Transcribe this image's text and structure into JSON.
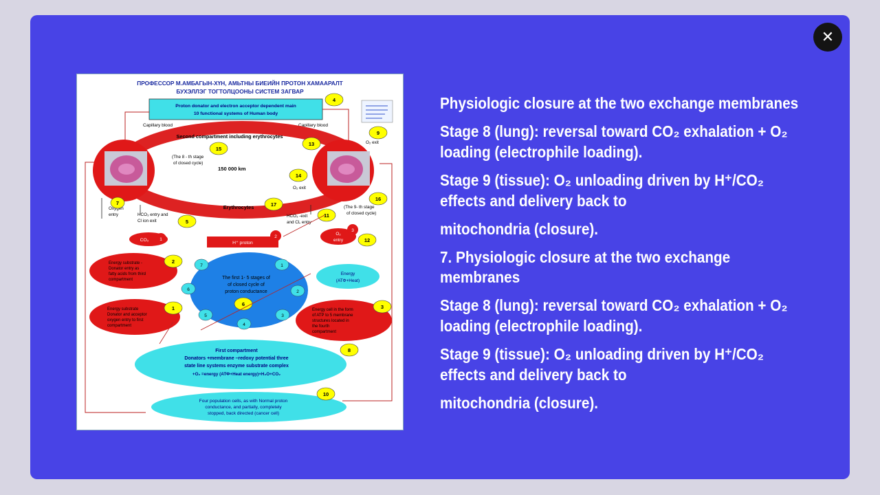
{
  "close_icon": "✕",
  "diagram": {
    "title_line1": "ПРОФЕССОР М.АМБАГЫН-ХҮН, АМЬТНЫ БИЕИЙН ПРОТОН ХАМААРАЛТ",
    "title_line2": "БУХЭЛЛЭГ ТОГТОЛЦООНЫ СИСТЕМ ЗАГВАР",
    "top_box_line1": "Proton donator and electron acceptor dependent main",
    "top_box_line2": "10 functional systems of Human body",
    "capillary_left": "Capillary blood",
    "capillary_right": "Capillary blood",
    "second_compartment": "Second compartment including erythrocytes",
    "stage8": "(The 8 - th stage",
    "stage8b": "of closed cycle)",
    "distance": "150 000 km",
    "o2_exit": "O₂ exit",
    "o2_exit_right": "O₂ exit",
    "erythrocytes": "Erythrocytes",
    "stage9": "(The 9- th stage",
    "stage9b": "of closed cycle)",
    "oxygen_entry_1": "Oxygen",
    "oxygen_entry_2": "entry",
    "hco3_entry_1": "HCO₃ entry and",
    "hco3_entry_2": "Cl ion exit",
    "hco3_exit_1": "HCO₃ -exit",
    "hco3_exit_2": "and CL entry",
    "co2": "CO₂",
    "h_proton": "H⁺ proton",
    "o2_entry_1": "O₂",
    "o2_entry_2": "entry",
    "energy_substrate": [
      "Energy substrate -",
      "Donator entry as",
      "fatty acids from third",
      "compartment"
    ],
    "stages_1_5": [
      "The first 1- 5 stages of",
      "of closed cycle of",
      "proton conductance"
    ],
    "energy_atp_1": "Energy",
    "energy_atp_2": "(АТФ+Heat)",
    "energy_substrate_2": [
      "Energy substrate",
      "Donator and acceptor",
      "oxygen entry to first",
      "compartment"
    ],
    "energy_cell": [
      "Energy cell in the form",
      "of ATP to 5 membrane",
      "structures located in",
      "the fourth",
      "compartment"
    ],
    "first_compartment": [
      "First compartment",
      "Donators +membrane –redoxy potential three",
      "state line systems enzyme substrate complex",
      "+O₂ =energy (АТФ+Heat energy)+H₂O+CO₂"
    ],
    "population_cells": [
      "Four population cells, as with Normal proton",
      "conductance, and partially, completely",
      "stopped, back directed (cancer cell)"
    ],
    "numbers": [
      "1",
      "2",
      "3",
      "4",
      "5",
      "6",
      "7",
      "8",
      "9",
      "10",
      "11",
      "12",
      "13",
      "14",
      "15",
      "16",
      "17"
    ]
  },
  "text": {
    "p1": "Physiologic closure at the two exchange membranes",
    "bullet": "",
    "p2_a": "Stage 8 (lung): reversal toward CO₂ exhalation + O₂",
    "p2_b": "loading (electrophile loading).",
    "p3_a": "Stage 9 (tissue): O₂ unloading driven by H⁺/CO₂",
    "p3_b": "effects and delivery back to",
    "p4": "mitochondria (closure).",
    "p5": "7. Physiologic closure at the two exchange membranes",
    "p6_a": "Stage 8 (lung): reversal toward CO₂ exhalation + O₂",
    "p6_b": "loading (electrophile loading).",
    "p7_a": "Stage 9 (tissue): O₂ unloading driven by H⁺/CO₂",
    "p7_b": "effects and delivery back to",
    "p8": "mitochondria (closure)."
  }
}
